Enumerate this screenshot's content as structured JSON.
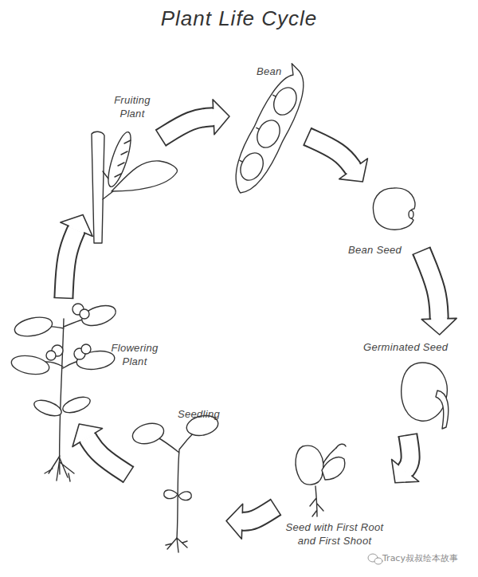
{
  "diagram": {
    "title": "Plant Life Cycle",
    "nodes": [
      {
        "text": [
          "Bean"
        ]
      },
      {
        "text": [
          "Bean Seed"
        ]
      },
      {
        "text": [
          "Germinated Seed"
        ]
      },
      {
        "text": [
          "Seed with First Root and First Shoot"
        ]
      },
      {
        "text": [
          "Seedling"
        ]
      },
      {
        "text": [
          "Flowering Plant"
        ]
      },
      {
        "text": [
          "Fruiting Plant"
        ]
      }
    ],
    "edges": [
      {
        "from": 6,
        "to": 0,
        "arrow": "to"
      },
      {
        "from": 0,
        "to": 1,
        "arrow": "to"
      },
      {
        "from": 1,
        "to": 2,
        "arrow": "to"
      },
      {
        "from": 2,
        "to": 3,
        "arrow": "to"
      },
      {
        "from": 3,
        "to": 4,
        "arrow": "to"
      },
      {
        "from": 4,
        "to": 5,
        "arrow": "to"
      },
      {
        "from": 5,
        "to": 6,
        "arrow": "to"
      }
    ],
    "labels": [
      "Tracy叔叔绘本故事"
    ]
  }
}
